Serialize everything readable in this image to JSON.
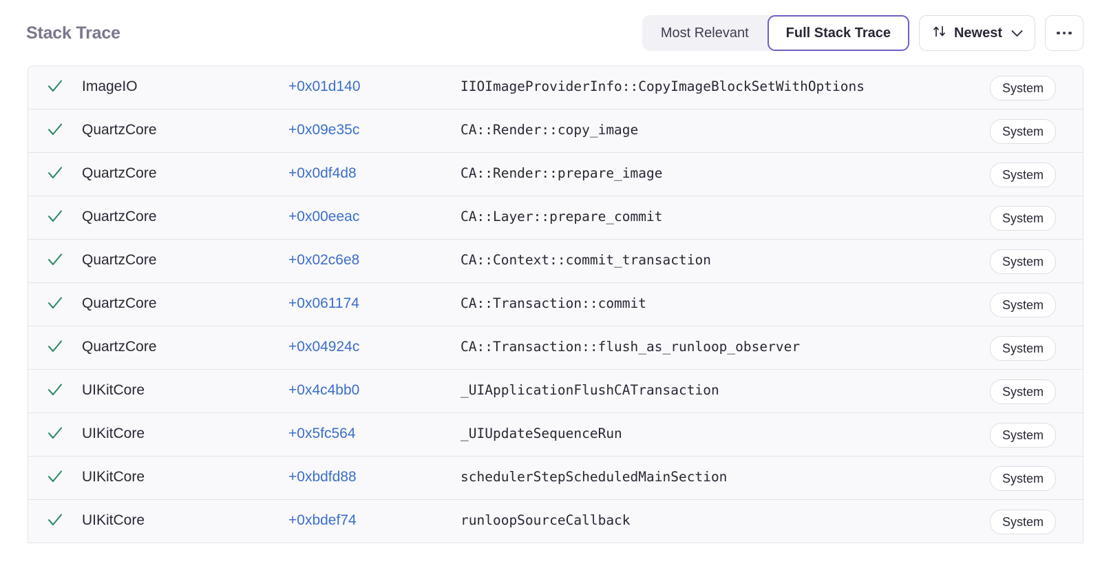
{
  "header": {
    "title": "Stack Trace",
    "segmented": {
      "options": [
        "Most Relevant",
        "Full Stack Trace"
      ],
      "active": "Full Stack Trace",
      "inactive_label": "Most Relevant",
      "active_label": "Full Stack Trace"
    },
    "sort": {
      "label": "Newest",
      "icon": "sort-updown-icon",
      "chevron": "chevron-down-icon"
    },
    "more": {
      "label": "...",
      "icon": "ellipsis-icon"
    }
  },
  "colors": {
    "accent_purple": "#6c5fc7",
    "link_blue": "#3b6ecc",
    "check_green": "#2f8a68",
    "title_gray": "#7b7689",
    "row_bg": "#f9f9fb",
    "border": "#e4e2ea"
  },
  "table": {
    "rows": [
      {
        "check": "checkmark-icon",
        "module": "ImageIO",
        "offset": "+0x01d140",
        "symbol": "IIOImageProviderInfo::CopyImageBlockSetWithOptions",
        "badge": "System"
      },
      {
        "check": "checkmark-icon",
        "module": "QuartzCore",
        "offset": "+0x09e35c",
        "symbol": "CA::Render::copy_image",
        "badge": "System"
      },
      {
        "check": "checkmark-icon",
        "module": "QuartzCore",
        "offset": "+0x0df4d8",
        "symbol": "CA::Render::prepare_image",
        "badge": "System"
      },
      {
        "check": "checkmark-icon",
        "module": "QuartzCore",
        "offset": "+0x00eeac",
        "symbol": "CA::Layer::prepare_commit",
        "badge": "System"
      },
      {
        "check": "checkmark-icon",
        "module": "QuartzCore",
        "offset": "+0x02c6e8",
        "symbol": "CA::Context::commit_transaction",
        "badge": "System"
      },
      {
        "check": "checkmark-icon",
        "module": "QuartzCore",
        "offset": "+0x061174",
        "symbol": "CA::Transaction::commit",
        "badge": "System"
      },
      {
        "check": "checkmark-icon",
        "module": "QuartzCore",
        "offset": "+0x04924c",
        "symbol": "CA::Transaction::flush_as_runloop_observer",
        "badge": "System"
      },
      {
        "check": "checkmark-icon",
        "module": "UIKitCore",
        "offset": "+0x4c4bb0",
        "symbol": "_UIApplicationFlushCATransaction",
        "badge": "System"
      },
      {
        "check": "checkmark-icon",
        "module": "UIKitCore",
        "offset": "+0x5fc564",
        "symbol": "_UIUpdateSequenceRun",
        "badge": "System"
      },
      {
        "check": "checkmark-icon",
        "module": "UIKitCore",
        "offset": "+0xbdfd88",
        "symbol": "schedulerStepScheduledMainSection",
        "badge": "System"
      },
      {
        "check": "checkmark-icon",
        "module": "UIKitCore",
        "offset": "+0xbdef74",
        "symbol": "runloopSourceCallback",
        "badge": "System"
      }
    ]
  }
}
